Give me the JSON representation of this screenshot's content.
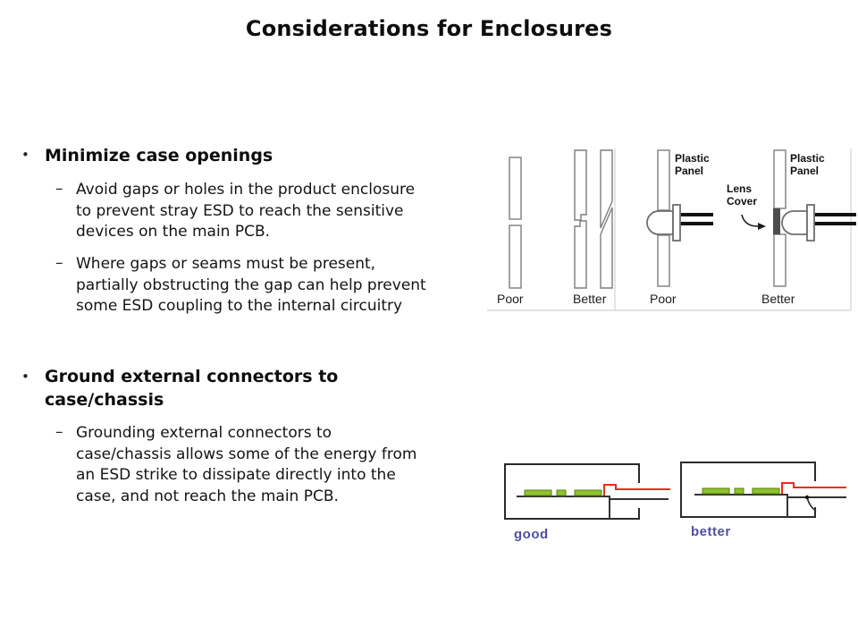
{
  "title": "Considerations for Enclosures",
  "markers": {
    "level1": "•",
    "level2": "–"
  },
  "bullets": [
    {
      "heading": "Minimize case openings",
      "items": [
        [
          "Avoid gaps or holes in the product enclosure",
          "to prevent stray ESD to reach the sensitive",
          "devices on the main PCB."
        ],
        [
          "Where gaps or seams must be present,",
          "partially obstructing the gap can help prevent",
          "some ESD coupling to the internal circuitry"
        ]
      ]
    },
    {
      "heading": [
        "Ground external connectors to",
        "case/chassis"
      ],
      "items": [
        [
          "Grounding  external connectors to",
          "case/chassis allows some of the energy from",
          "an ESD strike to dissipate directly into the",
          "case, and not reach the main PCB."
        ]
      ]
    }
  ],
  "top_diagram": {
    "gap_poor_label": "Poor",
    "gap_better_label": "Better",
    "led_poor_label": "Poor",
    "led_better_label": "Better",
    "plastic_panel_label": [
      "Plastic",
      "Panel"
    ],
    "lens_cover_label": [
      "Lens",
      "Cover"
    ]
  },
  "bottom_diagram": {
    "good_label": "good",
    "better_label": "better"
  },
  "colors": {
    "component_green": "#8fc32c",
    "wire_red": "#ee2a20",
    "sketch_label_blue": "#4f4f9f",
    "lens_cover_gray": "#4d4d4d"
  }
}
